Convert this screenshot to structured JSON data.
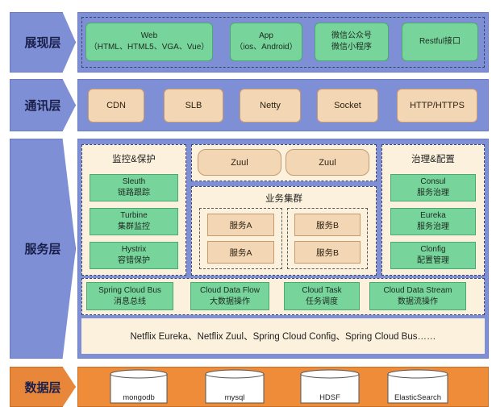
{
  "layers": {
    "presentation": {
      "label": "展现层",
      "items": [
        {
          "line1": "Web",
          "line2": "（HTML、HTML5、VGA、Vue）"
        },
        {
          "line1": "App",
          "line2": "（ios、Android）"
        },
        {
          "line1": "微信公众号",
          "line2": "微信小程序"
        },
        {
          "line1": "Restful接口",
          "line2": ""
        }
      ]
    },
    "communication": {
      "label": "通讯层",
      "items": [
        "CDN",
        "SLB",
        "Netty",
        "Socket",
        "HTTP/HTTPS"
      ]
    },
    "service": {
      "label": "服务层",
      "monitor": {
        "title": "监控&保护",
        "items": [
          {
            "line1": "Sleuth",
            "line2": "链路跟踪"
          },
          {
            "line1": "Turbine",
            "line2": "集群监控"
          },
          {
            "line1": "Hystrix",
            "line2": "容错保护"
          }
        ]
      },
      "gateways": [
        "Zuul",
        "Zuul"
      ],
      "cluster": {
        "title": "业务集群",
        "services": [
          "服务A",
          "服务A",
          "服务B",
          "服务B"
        ]
      },
      "governance": {
        "title": "治理&配置",
        "items": [
          {
            "line1": "Consul",
            "line2": "服务治理"
          },
          {
            "line1": "Eureka",
            "line2": "服务治理"
          },
          {
            "line1": "Clonfig",
            "line2": "配置管理"
          }
        ]
      },
      "cloud": [
        {
          "line1": "Spring Cloud Bus",
          "line2": "消息总线"
        },
        {
          "line1": "Cloud Data Flow",
          "line2": "大数据操作"
        },
        {
          "line1": "Cloud Task",
          "line2": "任务调度"
        },
        {
          "line1": "Cloud Data Stream",
          "line2": "数据流操作"
        }
      ],
      "footer": "Netflix Eureka、Netflix Zuul、Spring Cloud Config、Spring Cloud Bus……"
    },
    "data": {
      "label": "数据层",
      "stores": [
        "mongodb",
        "mysql",
        "HDSF",
        "ElasticSearch"
      ]
    }
  },
  "colors": {
    "layer": "#7f8fd6",
    "green": "#77d49b",
    "tan": "#f3d6b3",
    "cream": "#fbf1dc",
    "data_panel": "#ef8c3a"
  }
}
